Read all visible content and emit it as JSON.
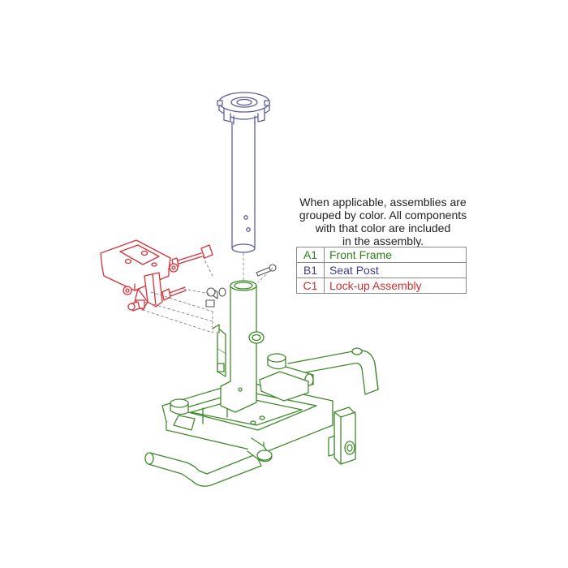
{
  "note": {
    "lines": [
      "When applicable, assemblies are",
      "grouped by color. All components",
      "with that color are included",
      "in the assembly."
    ]
  },
  "legend": [
    {
      "code": "A1",
      "name": "Front Frame",
      "color": "#2e7d1e"
    },
    {
      "code": "B1",
      "name": "Seat Post",
      "color": "#3b3f8c"
    },
    {
      "code": "C1",
      "name": "Lock-up Assembly",
      "color": "#d42c2c"
    }
  ],
  "colors": {
    "front_frame": "#3f8a2a",
    "seat_post": "#5a5e9e",
    "lock_up": "#d6303a",
    "leader": "#777777"
  }
}
